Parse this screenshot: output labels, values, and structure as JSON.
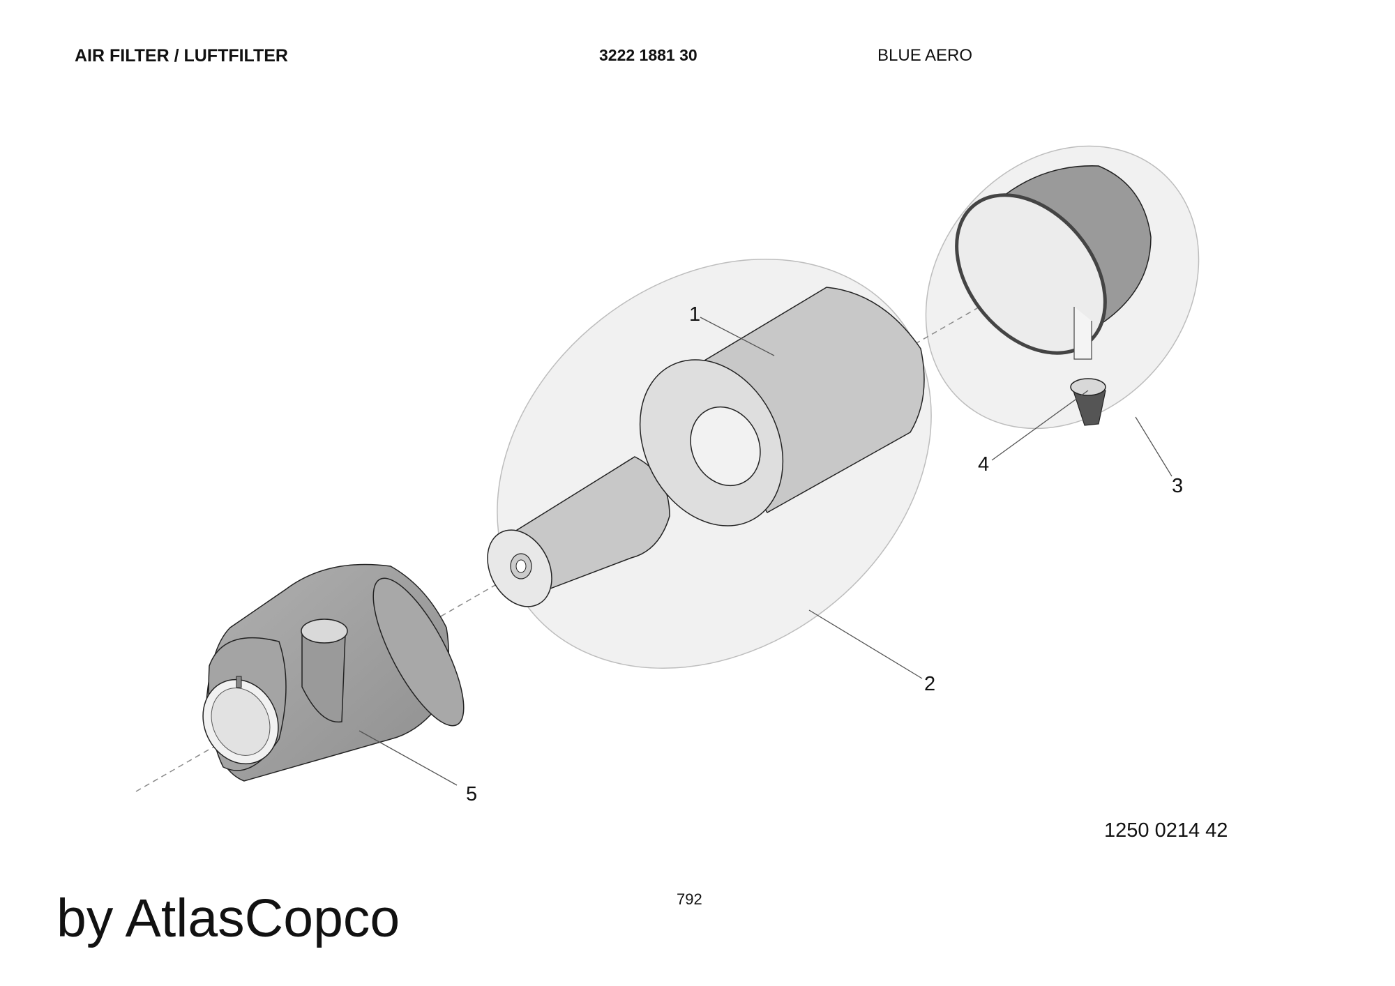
{
  "header": {
    "title": "AIR FILTER / LUFTFILTER",
    "part_number": "3222 1881 30",
    "model": "BLUE AERO"
  },
  "drawing": {
    "callouts": [
      {
        "id": "callout-1",
        "label": "1",
        "part": "filter-element"
      },
      {
        "id": "callout-2",
        "label": "2",
        "part": "element-kit"
      },
      {
        "id": "callout-3",
        "label": "3",
        "part": "end-cover-kit"
      },
      {
        "id": "callout-4",
        "label": "4",
        "part": "dust-valve"
      },
      {
        "id": "callout-5",
        "label": "5",
        "part": "filter-housing"
      }
    ]
  },
  "footer": {
    "document_number": "1250 0214 42",
    "page_number": "792",
    "brand": "by AtlasCopco"
  },
  "colors": {
    "part_fill": "#c8c8c8",
    "part_dark": "#9e9e9e",
    "kit_outline": "#bdbdbd",
    "kit_fill": "#f1f1f1"
  }
}
